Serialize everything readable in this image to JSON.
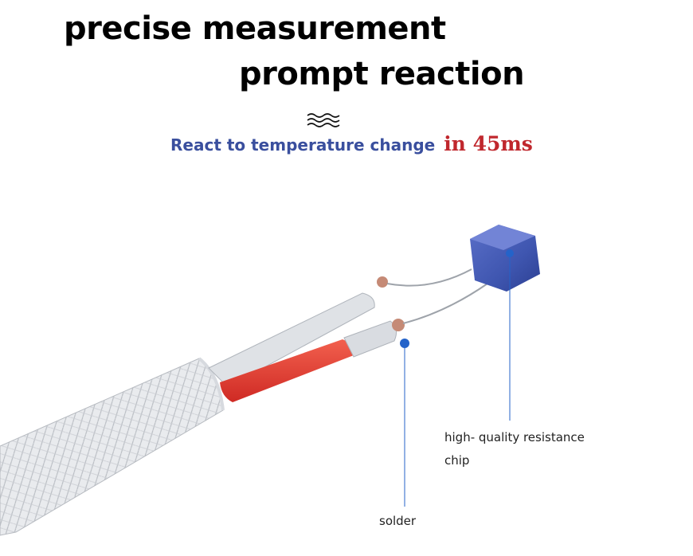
{
  "headline": {
    "line1": "precise measurement",
    "line2": "prompt reaction"
  },
  "subtitle": {
    "text": "React to temperature change",
    "highlight": "in 45ms"
  },
  "colors": {
    "subtitle_blue": "#3a4f9e",
    "highlight_red": "#c0272d",
    "marker_blue": "#2463c9",
    "chip_blue": "#3f56b0",
    "sleeve_red": "#e8332f"
  },
  "callouts": {
    "chip_line1": "high- quality resistance",
    "chip_line2": "chip",
    "solder": "solder"
  },
  "icons": {
    "decoration": "wave-icon"
  }
}
